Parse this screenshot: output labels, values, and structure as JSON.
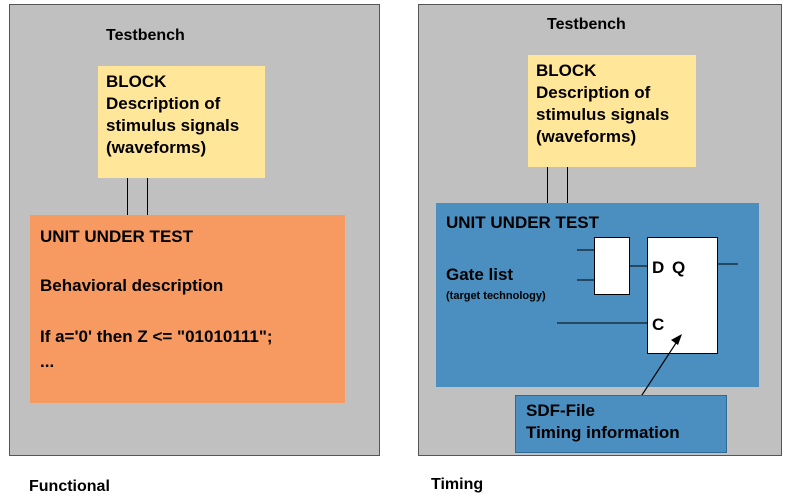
{
  "left": {
    "testbench_label": "Testbench",
    "block": {
      "line1": "BLOCK",
      "line2": "Description of",
      "line3": "stimulus signals",
      "line4": "(waveforms)"
    },
    "uut": {
      "title": "UNIT UNDER TEST",
      "subtitle": "Behavioral description",
      "code": "If a='0' then Z <= \"01010111\";",
      "ellipsis": "..."
    },
    "caption": "Functional"
  },
  "right": {
    "testbench_label": "Testbench",
    "block": {
      "line1": "BLOCK",
      "line2": "Description of",
      "line3": "stimulus signals",
      "line4": "(waveforms)"
    },
    "uut": {
      "title": "UNIT UNDER TEST",
      "gate_list": "Gate list",
      "gate_list_note": "(target technology)",
      "ff_d": "D",
      "ff_q": "Q",
      "ff_c": "C"
    },
    "sdf": {
      "line1": "SDF-File",
      "line2": "Timing information"
    },
    "caption": "Timing"
  },
  "colors": {
    "panel": "#c0c0c0",
    "block": "#ffe699",
    "uut_functional": "#f79a61",
    "uut_timing": "#4a8fc0"
  }
}
